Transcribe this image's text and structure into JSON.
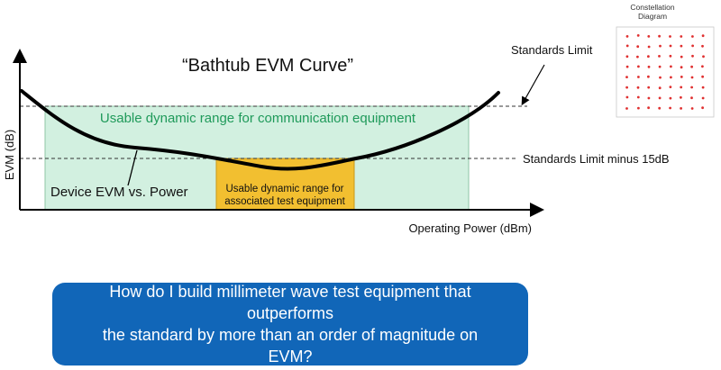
{
  "diagram": {
    "title": "“Bathtub EVM Curve”",
    "y_axis_label": "EVM (dB)",
    "x_axis_label": "Operating Power (dBm)",
    "green_region_label": "Usable dynamic range for communication equipment",
    "yellow_region_label_line1": "Usable dynamic range for",
    "yellow_region_label_line2": "associated test equipment",
    "curve_label": "Device EVM vs. Power",
    "standards_limit_label": "Standards Limit",
    "standards_limit_minus_label": "Standards Limit minus 15dB",
    "colors": {
      "green_region": "#d2f0e0",
      "yellow_region": "#f2bf30",
      "curve": "#000000"
    }
  },
  "constellation": {
    "title_line1": "Constellation",
    "title_line2": "Diagram",
    "grid_size": 8,
    "point_color": "#e03030"
  },
  "question": {
    "text_line1": "How do I build millimeter wave test equipment that outperforms",
    "text_line2": "the standard by more than an order of magnitude on EVM?",
    "color": "#1166b8"
  }
}
